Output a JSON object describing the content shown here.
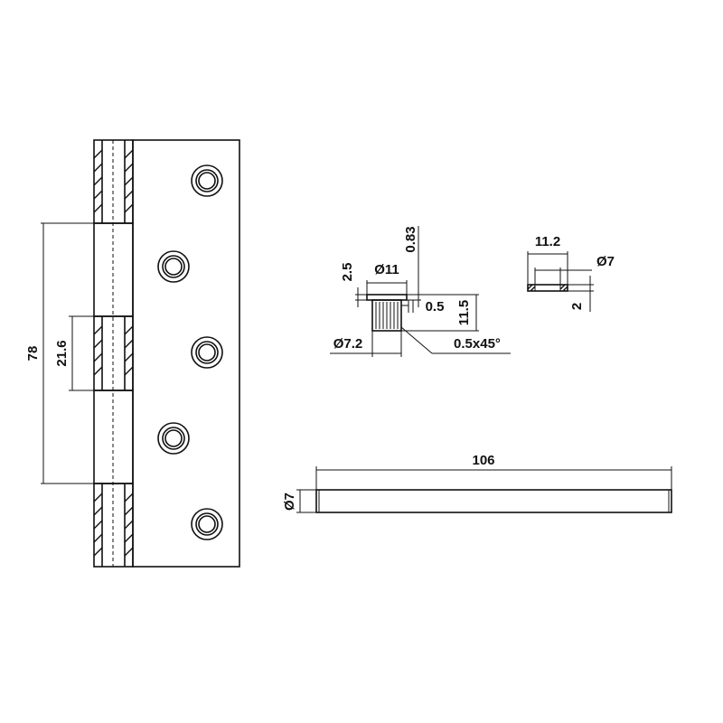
{
  "hinge_dims": {
    "overall_height": "78",
    "knuckle_length": "21.6"
  },
  "bush_dims": {
    "flange_height": "2.5",
    "flange_diameter": "Ø11",
    "flange_offset": "0.83",
    "shoulder": "0.5",
    "bush_length": "11.5",
    "bush_diameter": "Ø7.2",
    "chamfer": "0.5x45°"
  },
  "washer_dims": {
    "outer_diameter": "11.2",
    "inner_diameter": "Ø7",
    "thickness": "2"
  },
  "pin_dims": {
    "length": "106",
    "diameter": "Ø7"
  }
}
